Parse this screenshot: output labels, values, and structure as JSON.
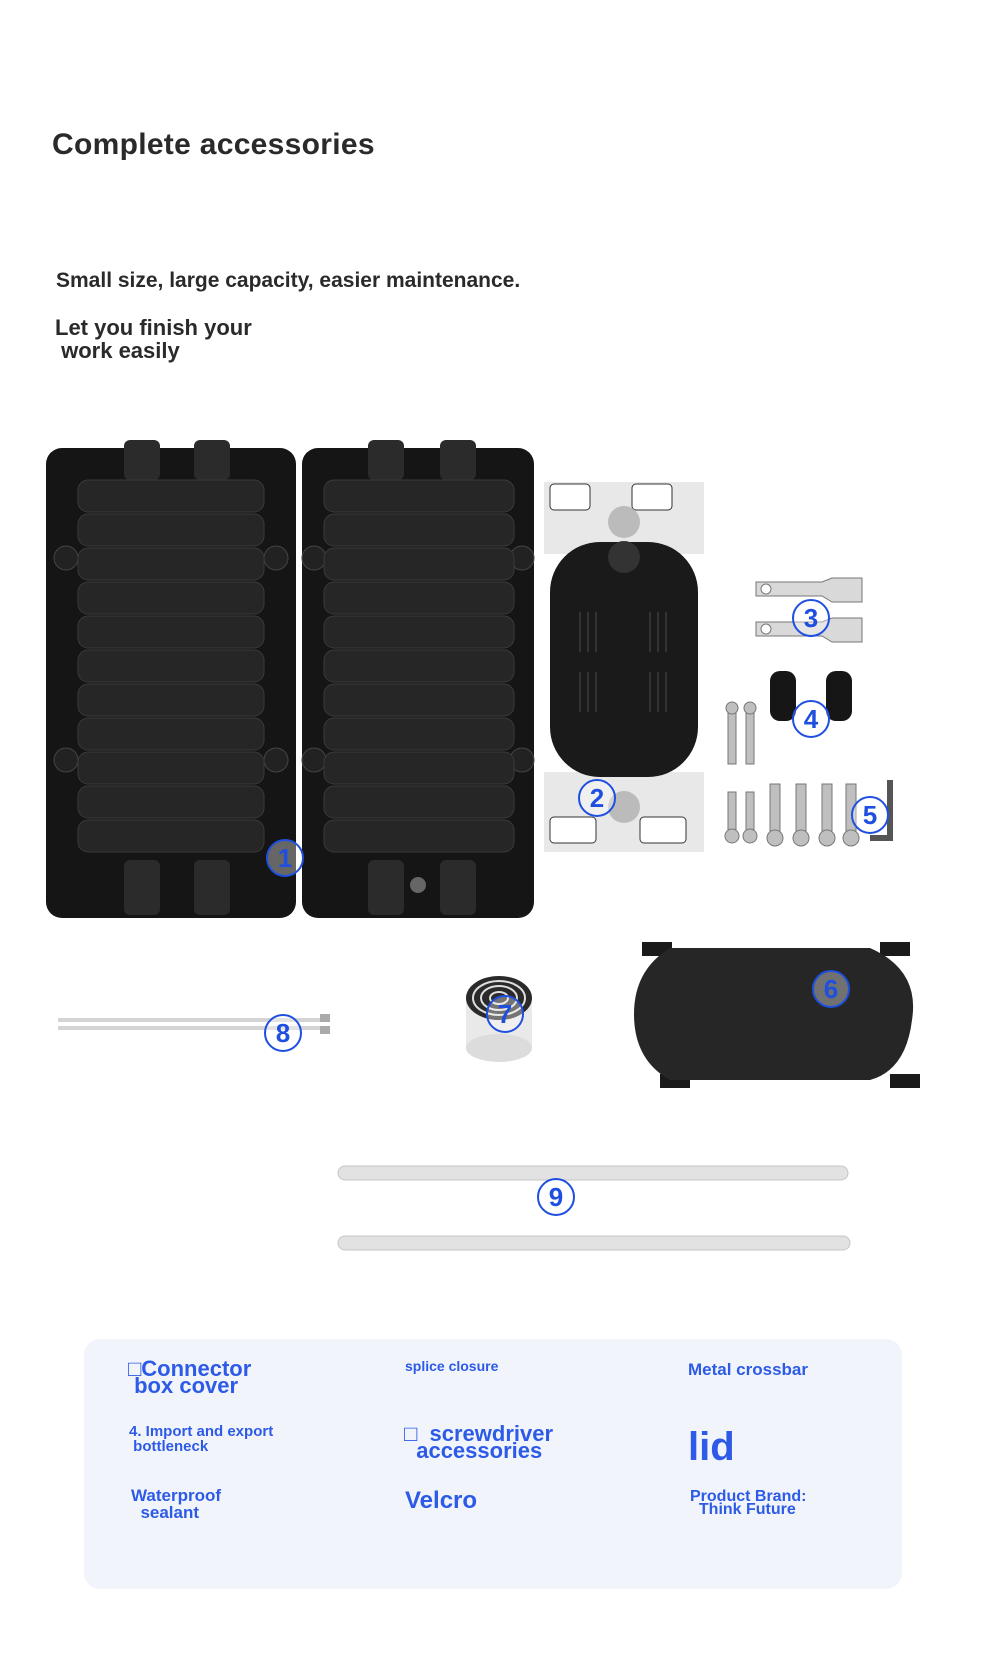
{
  "header": {
    "title": "Complete accessories",
    "subtitle": "Small size, large capacity, easier maintenance.",
    "tagline": "Let you finish your\n work easily"
  },
  "markers": [
    "1",
    "2",
    "3",
    "4",
    "5",
    "6",
    "7",
    "8",
    "9"
  ],
  "legend": {
    "connector_box_cover": "□Connector\n box cover",
    "splice_closure": "splice closure",
    "metal_crossbar": "Metal crossbar",
    "import_export_bottleneck": "4. Import and export\n bottleneck",
    "screwdriver_accessories": "□  screwdriver\n  accessories",
    "lid": "lid",
    "waterproof_sealant": "Waterproof\n  sealant",
    "velcro": "Velcro",
    "product_brand": "Product Brand:\n  Think Future"
  },
  "colors": {
    "label_blue": "#2d5ae6",
    "marker_blue": "#1f4fe0",
    "panel_bg": "#f1f5fb",
    "heading": "#2a2a2a"
  }
}
